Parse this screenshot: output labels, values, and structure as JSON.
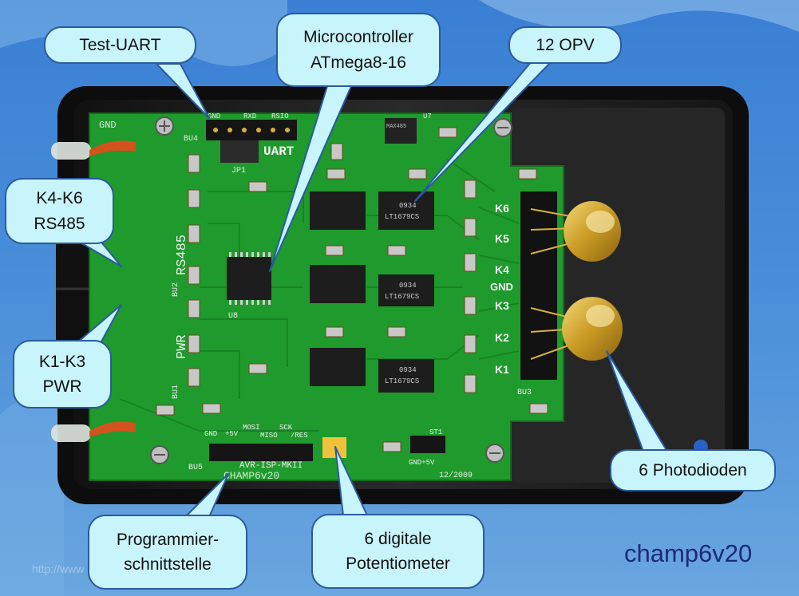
{
  "callouts": {
    "test_uart": "Test-UART",
    "mcu_line1": "Microcontroller",
    "mcu_line2": "ATmega8-16",
    "opv": "12 OPV",
    "k46_line1": "K4-K6",
    "k46_line2": "RS485",
    "k13_line1": "K1-K3",
    "k13_line2": "PWR",
    "photo": "6 Photodioden",
    "prog_line1": "Programmier-",
    "prog_line2": "schnittstelle",
    "poti_line1": "6 digitale",
    "poti_line2": "Potentiometer"
  },
  "brand": "champ6v20",
  "url_fragment": "http://www",
  "board": {
    "silk_uart": "UART",
    "silk_rs485": "RS485",
    "silk_pwr": "PWR",
    "silk_bu1": "BU1",
    "silk_bu2": "BU2",
    "silk_bu3": "BU3",
    "silk_bu4": "BU4",
    "silk_bu5": "BU5",
    "silk_u8": "U8",
    "silk_u7": "U7",
    "silk_gnd": "GND",
    "silk_st1": "ST1",
    "silk_jp1": "JP1",
    "silk_name": "CHAMP6v20",
    "silk_avr": "AVR-ISP-MKII",
    "silk_date": "12/2009",
    "chip_lt": "LT1679CS",
    "chip_code": "0934",
    "chip_max": "MAX485",
    "k_labels": [
      "K6",
      "K5",
      "K4",
      "GND",
      "K3",
      "K2",
      "K1"
    ],
    "isp_pins": [
      "GND",
      "+5V",
      "MOSI",
      "MISO",
      "SCK",
      "/RES"
    ],
    "uart_pins": [
      "GND",
      "RXD",
      "RSIO"
    ],
    "gnd_5v": "GND+5V"
  },
  "colors": {
    "sky": "#3f82d2",
    "pcb": "#1f9a2c",
    "pcb_dark": "#146b1c",
    "case": "#1a1a1a",
    "gold": "#d8b23c",
    "callout_fill": "#c8f4fb",
    "callout_border": "#2a5aa0",
    "brand": "#1b2a78"
  }
}
